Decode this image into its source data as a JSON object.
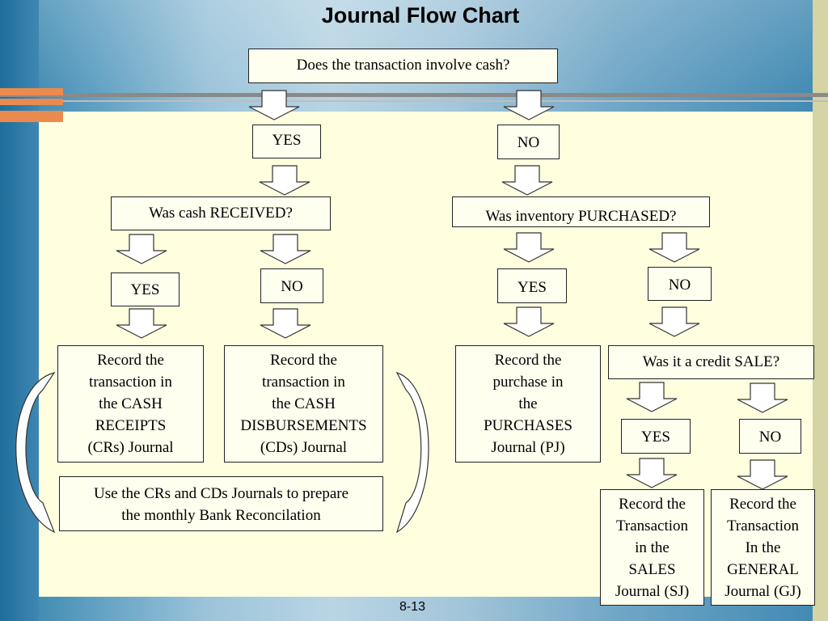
{
  "title": "Journal Flow Chart",
  "slide_number": "8-13",
  "nodes": {
    "q_cash": "Does the transaction involve cash?",
    "cash_yes": "YES",
    "cash_no": "NO",
    "q_received": "Was cash RECEIVED?",
    "q_inventory": "Was inventory PURCHASED?",
    "received_yes": "YES",
    "received_no": "NO",
    "inventory_yes": "YES",
    "inventory_no": "NO",
    "cash_receipts": [
      "Record the",
      "transaction in",
      "the CASH",
      "RECEIPTS",
      "(CRs) Journal"
    ],
    "cash_disbursements": [
      "Record the",
      "transaction in",
      "the CASH",
      "DISBURSEMENTS",
      "(CDs) Journal"
    ],
    "purchases": [
      "Record the",
      "purchase in",
      "the",
      "PURCHASES",
      "Journal (PJ)"
    ],
    "q_credit_sale": "Was it a credit SALE?",
    "credit_yes": "YES",
    "credit_no": "NO",
    "reconciliation": [
      "Use the CRs and CDs Journals to prepare",
      "the monthly Bank Reconcilation"
    ],
    "sales": [
      "Record the",
      "Transaction",
      "in the",
      "SALES",
      "Journal (SJ)"
    ],
    "general": [
      "Record the",
      "Transaction",
      "In the",
      "GENERAL",
      "Journal (GJ)"
    ]
  }
}
